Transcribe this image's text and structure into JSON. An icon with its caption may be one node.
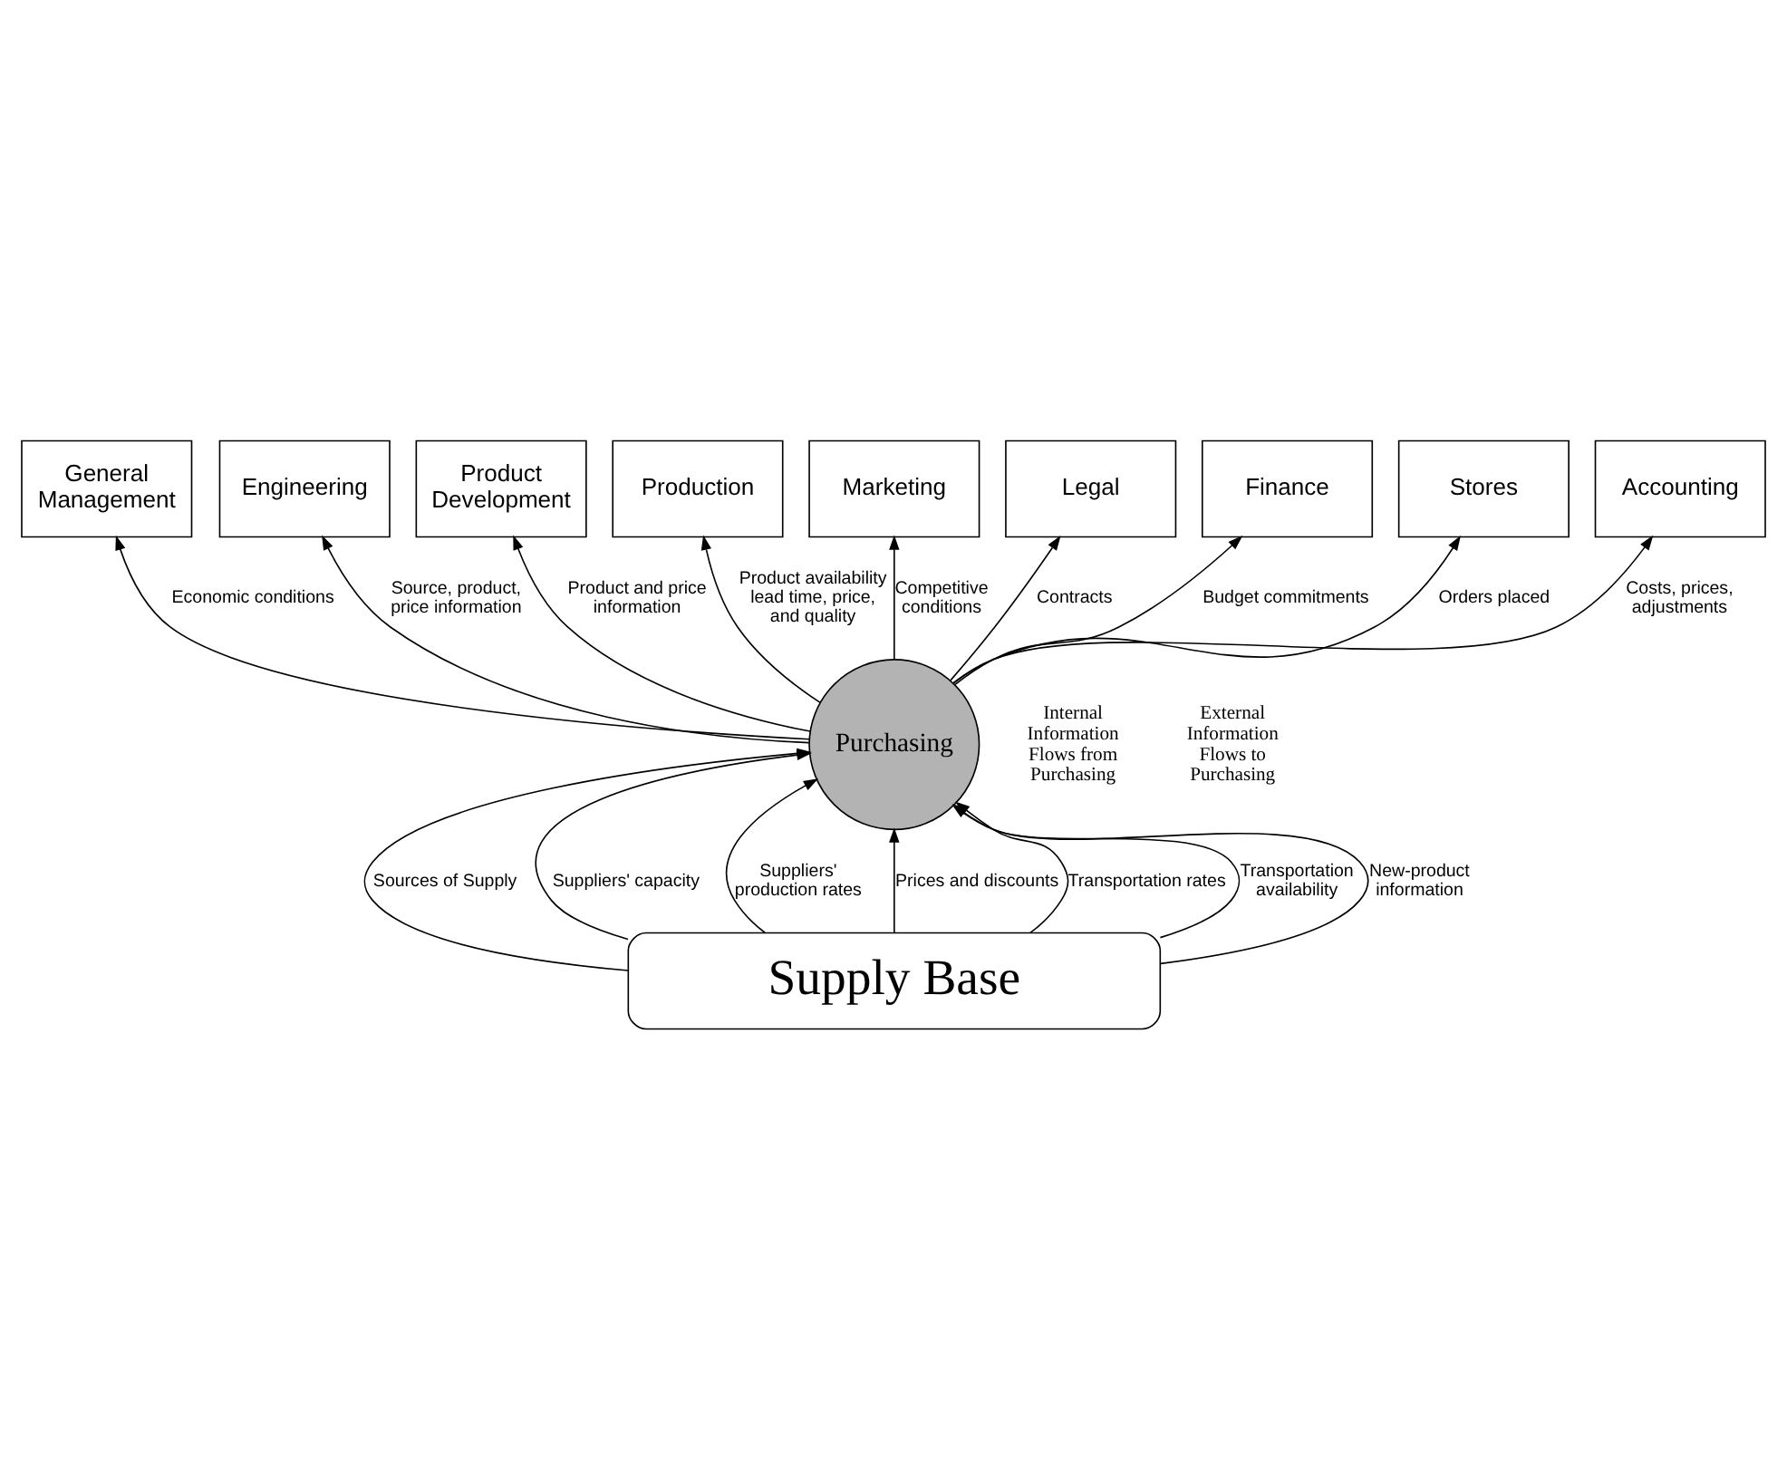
{
  "diagram": {
    "nodes": [
      {
        "text": [
          "General Management"
        ]
      },
      {
        "text": [
          "Engineering"
        ]
      },
      {
        "text": [
          "Product Development"
        ]
      },
      {
        "text": [
          "Production"
        ]
      },
      {
        "text": [
          "Marketing"
        ]
      },
      {
        "text": [
          "Legal"
        ]
      },
      {
        "text": [
          "Finance"
        ]
      },
      {
        "text": [
          "Stores"
        ]
      },
      {
        "text": [
          "Accounting"
        ]
      },
      {
        "text": [
          "Purchasing"
        ]
      },
      {
        "text": [
          "Supply Base"
        ]
      }
    ],
    "edges": [
      {
        "from": 9,
        "to": 7,
        "arrow": "to",
        "label": "Orders placed"
      },
      {
        "from": 9,
        "to": 5,
        "arrow": "to",
        "label": "Contracts"
      },
      {
        "from": 9,
        "to": 3,
        "arrow": "to",
        "label": "Product availability lead time, price, and quality"
      },
      {
        "from": 9,
        "to": 1,
        "arrow": "to",
        "label": "Source, product, price information"
      },
      {
        "from": 9,
        "to": 0,
        "arrow": "to",
        "label": "Economic conditions"
      },
      {
        "from": 9,
        "to": 2,
        "arrow": "to",
        "label": "Product and price information"
      },
      {
        "from": 9,
        "to": 4,
        "arrow": "to",
        "label": "Competitive conditions"
      },
      {
        "from": 9,
        "to": 6,
        "arrow": "to",
        "label": "Budget commitments"
      },
      {
        "from": 9,
        "to": 8,
        "arrow": "to",
        "label": "Costs, prices, adjustments"
      },
      {
        "from": 10,
        "to": 9,
        "arrow": "to",
        "label": "Sources of Supply"
      },
      {
        "from": 10,
        "to": 9,
        "arrow": "to",
        "label": "Suppliers' capacity"
      },
      {
        "from": 10,
        "to": 9,
        "arrow": "to",
        "label": "Suppliers' production rates"
      },
      {
        "from": 10,
        "to": 9,
        "arrow": "to",
        "label": "Prices and discounts"
      },
      {
        "from": 10,
        "to": 9,
        "arrow": "to",
        "label": "Transportation rates"
      },
      {
        "from": 10,
        "to": 9,
        "arrow": "to",
        "label": "Transportation availability"
      },
      {
        "from": 10,
        "to": 9,
        "arrow": "to",
        "label": "New-product information"
      }
    ],
    "labels": [
      "Internal Information Flows from Purchasing",
      "External Information Flows to Purchasing"
    ]
  }
}
